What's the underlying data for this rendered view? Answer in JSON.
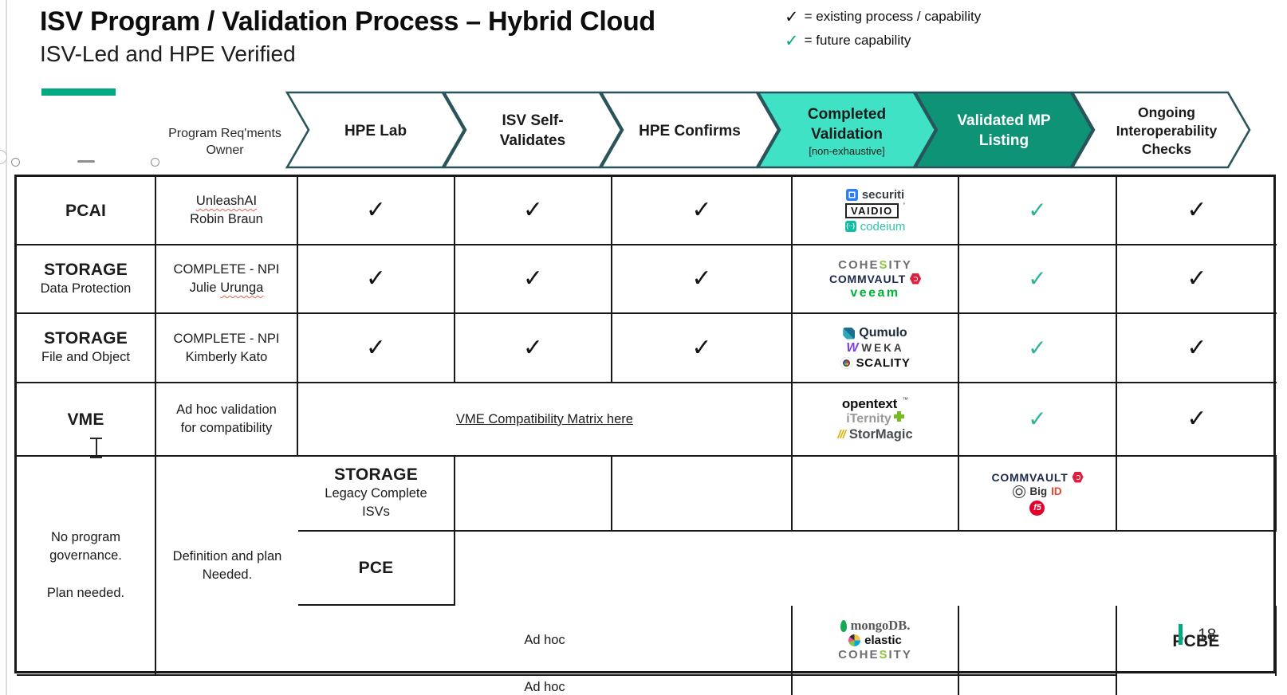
{
  "title": "ISV Program / Validation Process – Hybrid Cloud",
  "subtitle": "ISV-Led and HPE Verified",
  "glyphs": {
    "check": "✓"
  },
  "legend": {
    "existing_label": "= existing process / capability",
    "future_label": "= future capability"
  },
  "header": {
    "owner_line1": "Program Req'ments",
    "owner_line2": "Owner",
    "chevrons": [
      {
        "id": "hpe-lab",
        "line1": "HPE Lab",
        "line2": "",
        "sub": "",
        "fill": "#ffffff",
        "text_color": "#0d0d0d"
      },
      {
        "id": "isv-self-validates",
        "line1": "ISV Self-",
        "line2": "Validates",
        "sub": "",
        "fill": "#ffffff",
        "text_color": "#0d0d0d"
      },
      {
        "id": "hpe-confirms",
        "line1": "HPE Confirms",
        "line2": "",
        "sub": "",
        "fill": "#ffffff",
        "text_color": "#0d0d0d"
      },
      {
        "id": "completed-validation",
        "line1": "Completed",
        "line2": "Validation",
        "sub": "[non-exhaustive]",
        "fill": "#3fe2c5",
        "text_color": "#0d0d0d"
      },
      {
        "id": "validated-mp-listing",
        "line1": "Validated MP",
        "line2": "Listing",
        "sub": "",
        "fill": "#0f9376",
        "text_color": "#ffffff"
      },
      {
        "id": "ongoing-interop",
        "line1": "Ongoing",
        "line2": "Interoperability",
        "line3": "Checks",
        "sub": "",
        "fill": "#ffffff",
        "text_color": "#0d0d0d"
      }
    ]
  },
  "rows": [
    {
      "category": "PCAI",
      "category_sub": "",
      "owner_lines": [
        [
          {
            "t": "UnleashAI",
            "sq": true
          }
        ],
        [
          {
            "t": "Robin Braun"
          }
        ]
      ],
      "checks": {
        "hpe_lab": true,
        "isv_self": true,
        "hpe_confirms": true,
        "validated_mp": "future",
        "ongoing": true
      },
      "logos": [
        {
          "id": "securiti",
          "label": "securiti"
        },
        {
          "id": "vaidio",
          "label": "VAIDIO"
        },
        {
          "id": "codeium",
          "label": "codeium"
        }
      ]
    },
    {
      "category": "STORAGE",
      "category_sub": "Data Protection",
      "owner_lines": [
        [
          {
            "t": "COMPLETE - NPI"
          }
        ],
        [
          {
            "t": "Julie "
          },
          {
            "t": "Urunga",
            "sq": true
          }
        ]
      ],
      "checks": {
        "hpe_lab": true,
        "isv_self": true,
        "hpe_confirms": true,
        "validated_mp": "future",
        "ongoing": true
      },
      "logos": [
        {
          "id": "cohesity",
          "label": "COHESITY"
        },
        {
          "id": "commvault",
          "label": "COMMVAULT"
        },
        {
          "id": "veeam",
          "label": "veeam"
        }
      ]
    },
    {
      "category": "STORAGE",
      "category_sub": "File and Object",
      "owner_lines": [
        [
          {
            "t": "COMPLETE - NPI"
          }
        ],
        [
          {
            "t": "Kimberly Kato"
          }
        ]
      ],
      "checks": {
        "hpe_lab": true,
        "isv_self": true,
        "hpe_confirms": true,
        "validated_mp": "future",
        "ongoing": true
      },
      "logos": [
        {
          "id": "qumulo",
          "label": "Qumulo"
        },
        {
          "id": "weka",
          "label": "WEKA"
        },
        {
          "id": "scality",
          "label": "SCALITY"
        }
      ]
    },
    {
      "category": "VME",
      "category_sub": "",
      "owner_lines": [
        [
          {
            "t": "Ad hoc validation"
          }
        ],
        [
          {
            "t": "for compatibility"
          }
        ]
      ],
      "merged_link": "VME Compatibility Matrix here",
      "checks": {
        "validated_mp": "future",
        "ongoing": true
      },
      "logos": [
        {
          "id": "opentext",
          "label": "opentext"
        },
        {
          "id": "iternity",
          "label": "iTernity"
        },
        {
          "id": "stormagic",
          "label": "StorMagic"
        }
      ]
    },
    {
      "category": "STORAGE",
      "category_sub": "Legacy Complete ISVs",
      "logos": [
        {
          "id": "commvault",
          "label": "COMMVAULT"
        },
        {
          "id": "bigid",
          "label": "BigID"
        },
        {
          "id": "f5",
          "label": "f5"
        }
      ]
    },
    {
      "category": "PCE",
      "category_sub": "",
      "merged_text": "Ad hoc",
      "logos": [
        {
          "id": "mongodb",
          "label": "mongoDB."
        },
        {
          "id": "elastic",
          "label": "elastic"
        },
        {
          "id": "cohesity",
          "label": "COHESITY"
        }
      ]
    },
    {
      "category": "PCBE",
      "category_sub": "",
      "merged_text": "Ad hoc",
      "logos": []
    }
  ],
  "merged": {
    "no_governance_p1": "No program governance.",
    "no_governance_p2": "Plan needed.",
    "definition_line1": "Definition and plan",
    "definition_line2": "Needed."
  },
  "page_number": "18",
  "colors": {
    "accent_green": "#01a982",
    "future_check_green": "#2eb398",
    "chevron_border": "#2a545c",
    "completed_validation_fill": "#3fe2c5",
    "validated_mp_fill": "#0f9376",
    "table_border": "#191919"
  }
}
